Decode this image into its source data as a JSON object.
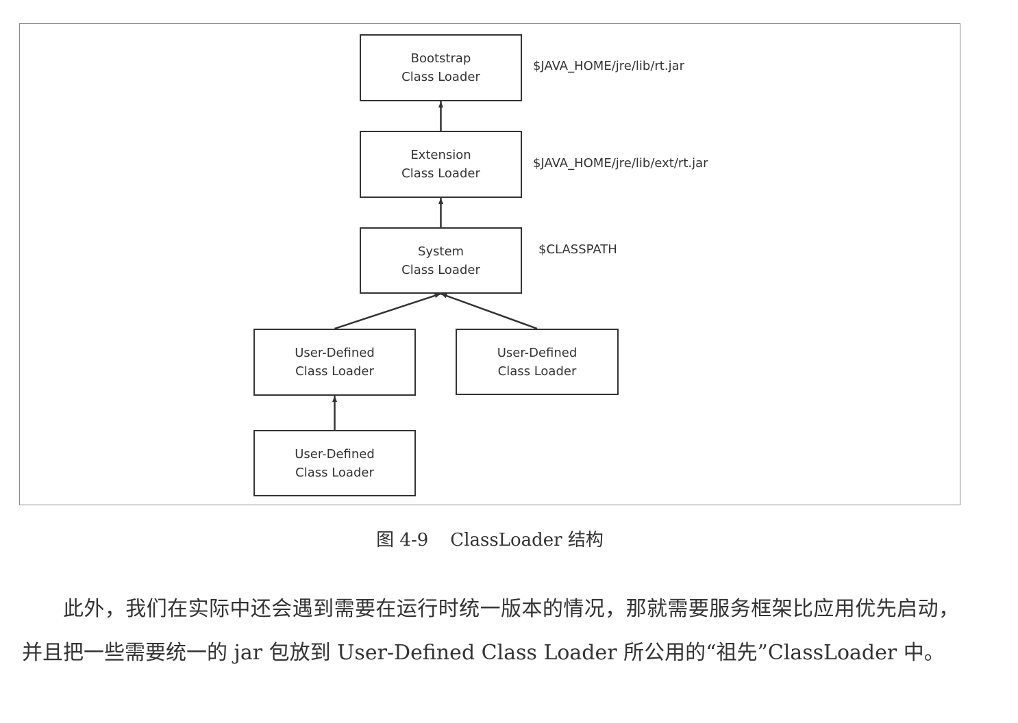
{
  "diagram": {
    "nodes": [
      {
        "id": "bootstrap",
        "line1": "Bootstrap",
        "line2": "Class Loader",
        "path": "$JAVA_HOME/jre/lib/rt.jar"
      },
      {
        "id": "extension",
        "line1": "Extension",
        "line2": "Class Loader",
        "path": "$JAVA_HOME/jre/lib/ext/rt.jar"
      },
      {
        "id": "system",
        "line1": "System",
        "line2": "Class Loader",
        "path": "$CLASSPATH"
      },
      {
        "id": "user1",
        "line1": "User-Defined",
        "line2": "Class Loader"
      },
      {
        "id": "user2",
        "line1": "User-Defined",
        "line2": "Class Loader"
      },
      {
        "id": "user3",
        "line1": "User-Defined",
        "line2": "Class Loader"
      }
    ],
    "edges": [
      {
        "from": "extension",
        "to": "bootstrap"
      },
      {
        "from": "system",
        "to": "extension"
      },
      {
        "from": "user1",
        "to": "system"
      },
      {
        "from": "user2",
        "to": "system"
      },
      {
        "from": "user3",
        "to": "user1"
      }
    ]
  },
  "caption": {
    "number": "图 4-9",
    "title": "ClassLoader 结构"
  },
  "paragraph": "此外，我们在实际中还会遇到需要在运行时统一版本的情况，那就需要服务框架比应用优先启动，并且把一些需要统一的 jar 包放到 User-Defined Class Loader 所公用的“祖先”ClassLoader 中。",
  "colors": {
    "stroke": "#333333",
    "frame": "#8a8a8a"
  }
}
